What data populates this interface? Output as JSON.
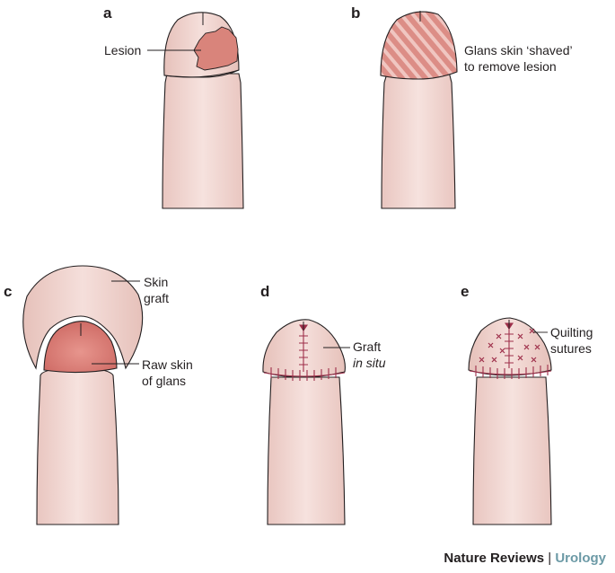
{
  "panels": {
    "a": {
      "letter": "a",
      "lesion_label": "Lesion"
    },
    "b": {
      "letter": "b",
      "label_line1": "Glans skin ‘shaved’",
      "label_line2": "to remove lesion"
    },
    "c": {
      "letter": "c",
      "graft_line1": "Skin",
      "graft_line2": "graft",
      "raw_line1": "Raw skin",
      "raw_line2": "of glans"
    },
    "d": {
      "letter": "d",
      "graft_line1": "Graft",
      "graft_line2": "in situ"
    },
    "e": {
      "letter": "e",
      "suture_line1": "Quilting",
      "suture_line2": "sutures"
    }
  },
  "footer": {
    "journal": "Nature Reviews",
    "separator": "|",
    "subject": "Urology"
  },
  "colors": {
    "skin": "#f3dbd6",
    "skin_dark": "#e6bdb6",
    "lesion": "#d9847b",
    "raw_glans": "#d77872",
    "suture": "#9e2f4a",
    "outline": "#231f20",
    "accent": "#6c9aa6"
  }
}
